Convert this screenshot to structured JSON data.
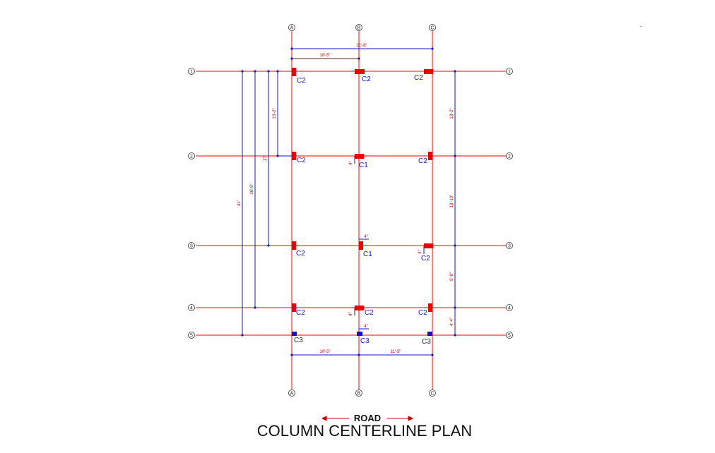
{
  "colors": {
    "grid": "#ff0000",
    "dim": "#1414c8",
    "dimText": "#cc0000",
    "column": "#ee0000",
    "columnC3": "#1010d0"
  },
  "grid_x": [
    "A",
    "B",
    "C"
  ],
  "grid_y": [
    "1",
    "2",
    "3",
    "4",
    "5"
  ],
  "dims": {
    "top_overall": "21'-8\"",
    "top_ab": "10'-5\"",
    "bottom_ab": "10'-5\"",
    "bottom_bc": "11'-5\"",
    "left_12": "13'-2\"",
    "left_13": "27'",
    "left_14": "36'-8\"",
    "left_15": "41'",
    "right_12": "13'-2\"",
    "right_23": "13'-10\"",
    "right_34": "9'-8\"",
    "right_45": "4'-4\"",
    "offset_4": "4\""
  },
  "columns": {
    "A1": "C2",
    "B1": "C2",
    "C1": "C2",
    "A2": "C2",
    "B2": "C1",
    "C2": "C2",
    "A3": "C2",
    "B3": "C1",
    "C3": "C2",
    "A4": "C2",
    "B4": "C2",
    "C4": "C2",
    "A5": "C3",
    "B5": "C3",
    "C5": "C3"
  },
  "road_label": "ROAD",
  "title": "COLUMN CENTERLINE PLAN"
}
